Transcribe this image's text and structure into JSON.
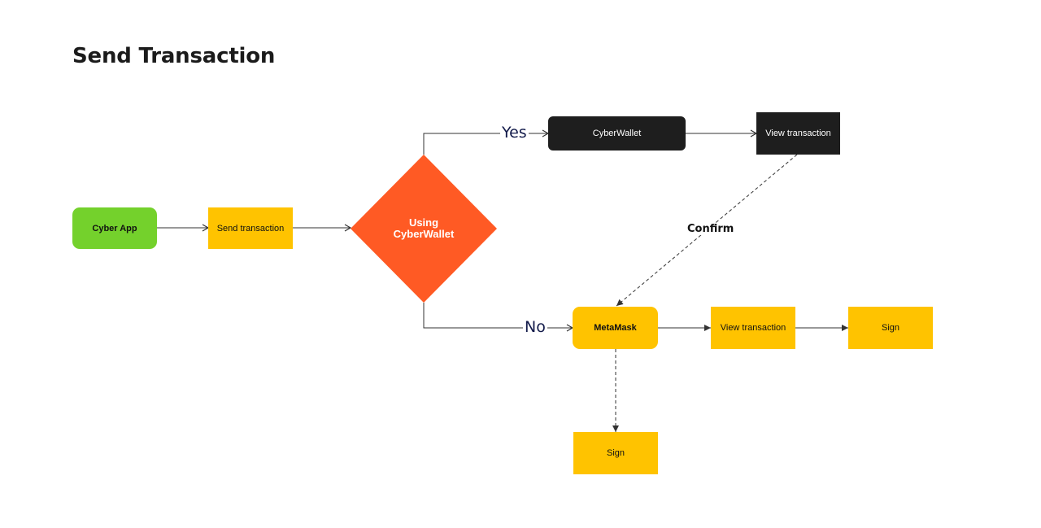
{
  "title": "Send Transaction",
  "nodes": {
    "cyber_app": "Cyber App",
    "send_transaction": "Send transaction",
    "decision": "Using\nCyberWallet",
    "cyberwallet": "CyberWallet",
    "view_transaction_top": "View transaction",
    "metamask": "MetaMask",
    "view_transaction_bottom": "View transaction",
    "sign_right": "Sign",
    "sign_bottom": "Sign"
  },
  "edges": {
    "yes": "Yes",
    "no": "No",
    "confirm": "Confirm"
  },
  "colors": {
    "green": "#74d12c",
    "yellow": "#ffc300",
    "orange": "#ff5a24",
    "black": "#1e1e1e",
    "line": "#333333"
  }
}
